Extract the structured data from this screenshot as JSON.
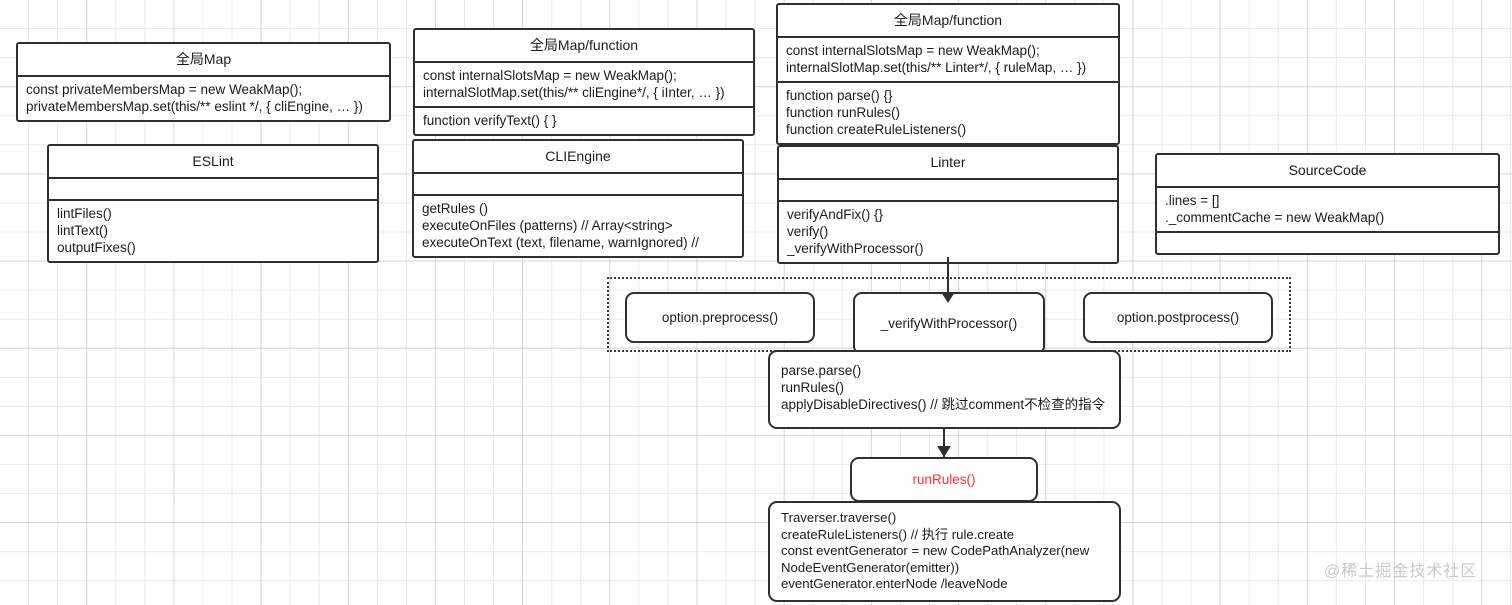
{
  "diagram": {
    "title_watermark": "@稀土掘金技术社区",
    "accent_color": "#ff2d2d",
    "line_color": "#2f2f2f",
    "background": "#ffffff"
  },
  "uml_boxes": {
    "global_map_eslint": {
      "title": "全局Map",
      "body": "const privateMembersMap = new WeakMap();\nprivateMembersMap.set(this/** eslint */, { cliEngine, … })"
    },
    "global_map_cliengine": {
      "title": "全局Map/function",
      "body": "const internalSlotsMap = new WeakMap();\ninternalSlotMap.set(this/** cliEngine*/, { iInter, … })",
      "functions": "function verifyText() { }"
    },
    "global_map_linter": {
      "title": "全局Map/function",
      "body": "const internalSlotsMap = new WeakMap();\ninternalSlotMap.set(this/** Linter*/, { ruleMap, … })",
      "functions": "function parse() {}\nfunction runRules()\nfunction createRuleListeners()"
    },
    "eslint": {
      "title": "ESLint",
      "attributes": "",
      "methods": "lintFiles()\nlintText()\noutputFixes()"
    },
    "cliengine": {
      "title": "CLIEngine",
      "attributes": "",
      "methods": "getRules ()\nexecuteOnFiles (patterns) // Array<string>\nexecuteOnText (text, filename, warnIgnored) //"
    },
    "linter": {
      "title": "Linter",
      "attributes": "",
      "methods": "verifyAndFix() {}\nverify()\n_verifyWithProcessor()"
    },
    "sourcecode": {
      "title": "SourceCode",
      "attributes": ".lines = []\n._commentCache = new WeakMap()",
      "methods": ""
    }
  },
  "flow_boxes": {
    "preprocess": "option.preprocess()",
    "verify_with_processor": "_verifyWithProcessor()",
    "postprocess": "option.postprocess()",
    "verify_detail": "parse.parse()\nrunRules()\napplyDisableDirectives() // 跳过comment不检查的指令",
    "run_rules": "runRules()",
    "run_rules_detail": "Traverser.traverse()\ncreateRuleListeners() // 执行 rule.create\nconst eventGenerator = new CodePathAnalyzer(new\nNodeEventGenerator(emitter))\neventGenerator.enterNode /leaveNode"
  }
}
